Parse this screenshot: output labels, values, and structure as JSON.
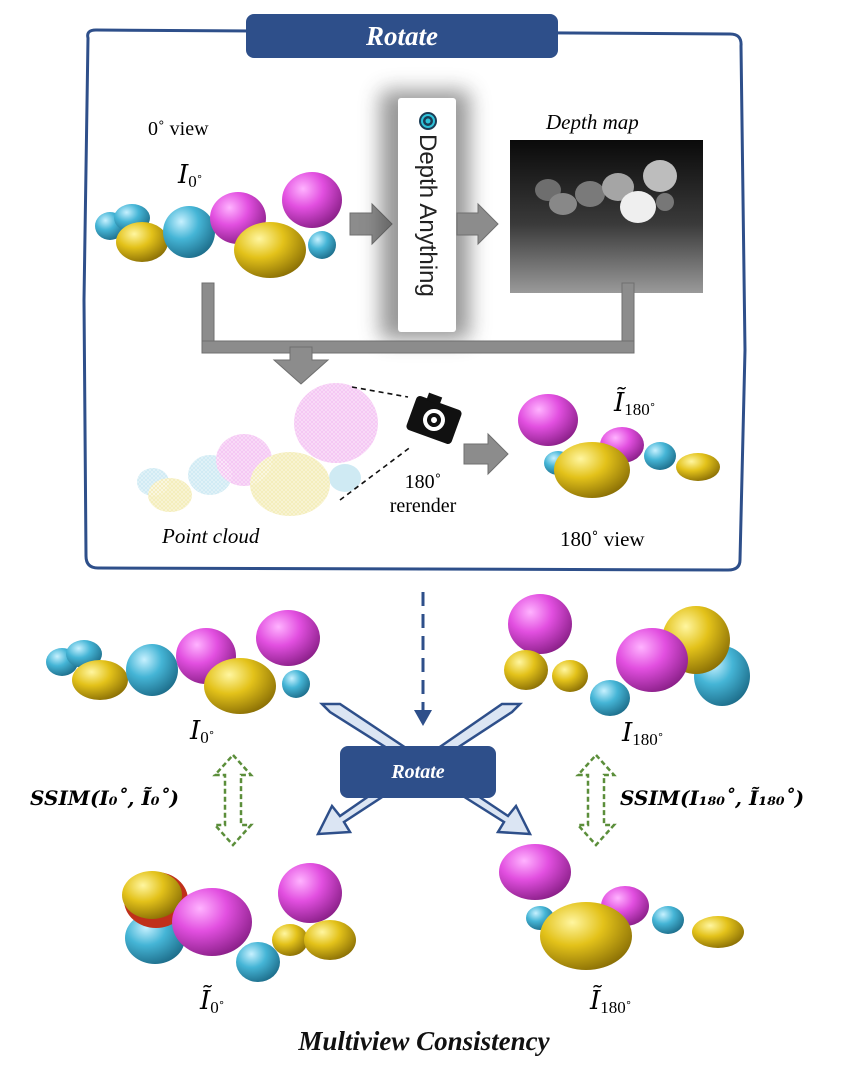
{
  "top_banner": "Rotate",
  "middle_banner": "Rotate",
  "view0_label": "0˚ view",
  "depth_anything_label": "Depth Anything",
  "depth_map_label": "Depth map",
  "i0_top": {
    "base": "I",
    "sub": "0˚"
  },
  "point_cloud_label": "Point cloud",
  "rerender_label": {
    "line1": "180˚",
    "line2": "rerender"
  },
  "i180_tilde_top": {
    "base": "Ĩ",
    "sub": "180˚"
  },
  "view180_label": "180˚ view",
  "i0_mid": {
    "base": "I",
    "sub": "0˚"
  },
  "i180_mid": {
    "base": "I",
    "sub": "180˚"
  },
  "ssim_left": "SSIM(I₀˚, Ĩ₀˚)",
  "ssim_right": "SSIM(I₁₈₀˚, Ĩ₁₈₀˚)",
  "i0_tilde_bottom": {
    "base": "Ĩ",
    "sub": "0˚"
  },
  "i180_tilde_bottom": {
    "base": "Ĩ",
    "sub": "180˚"
  },
  "caption": "Multiview Consistency",
  "colors": {
    "banner": "#2e4f8a",
    "border": "#2e4f8a",
    "magenta": "#e24fe0",
    "yellow": "#e3c21a",
    "cyan": "#45b5d6",
    "gray_arrow": "#8c8c8c",
    "green_dashed": "#5b8e3a"
  }
}
